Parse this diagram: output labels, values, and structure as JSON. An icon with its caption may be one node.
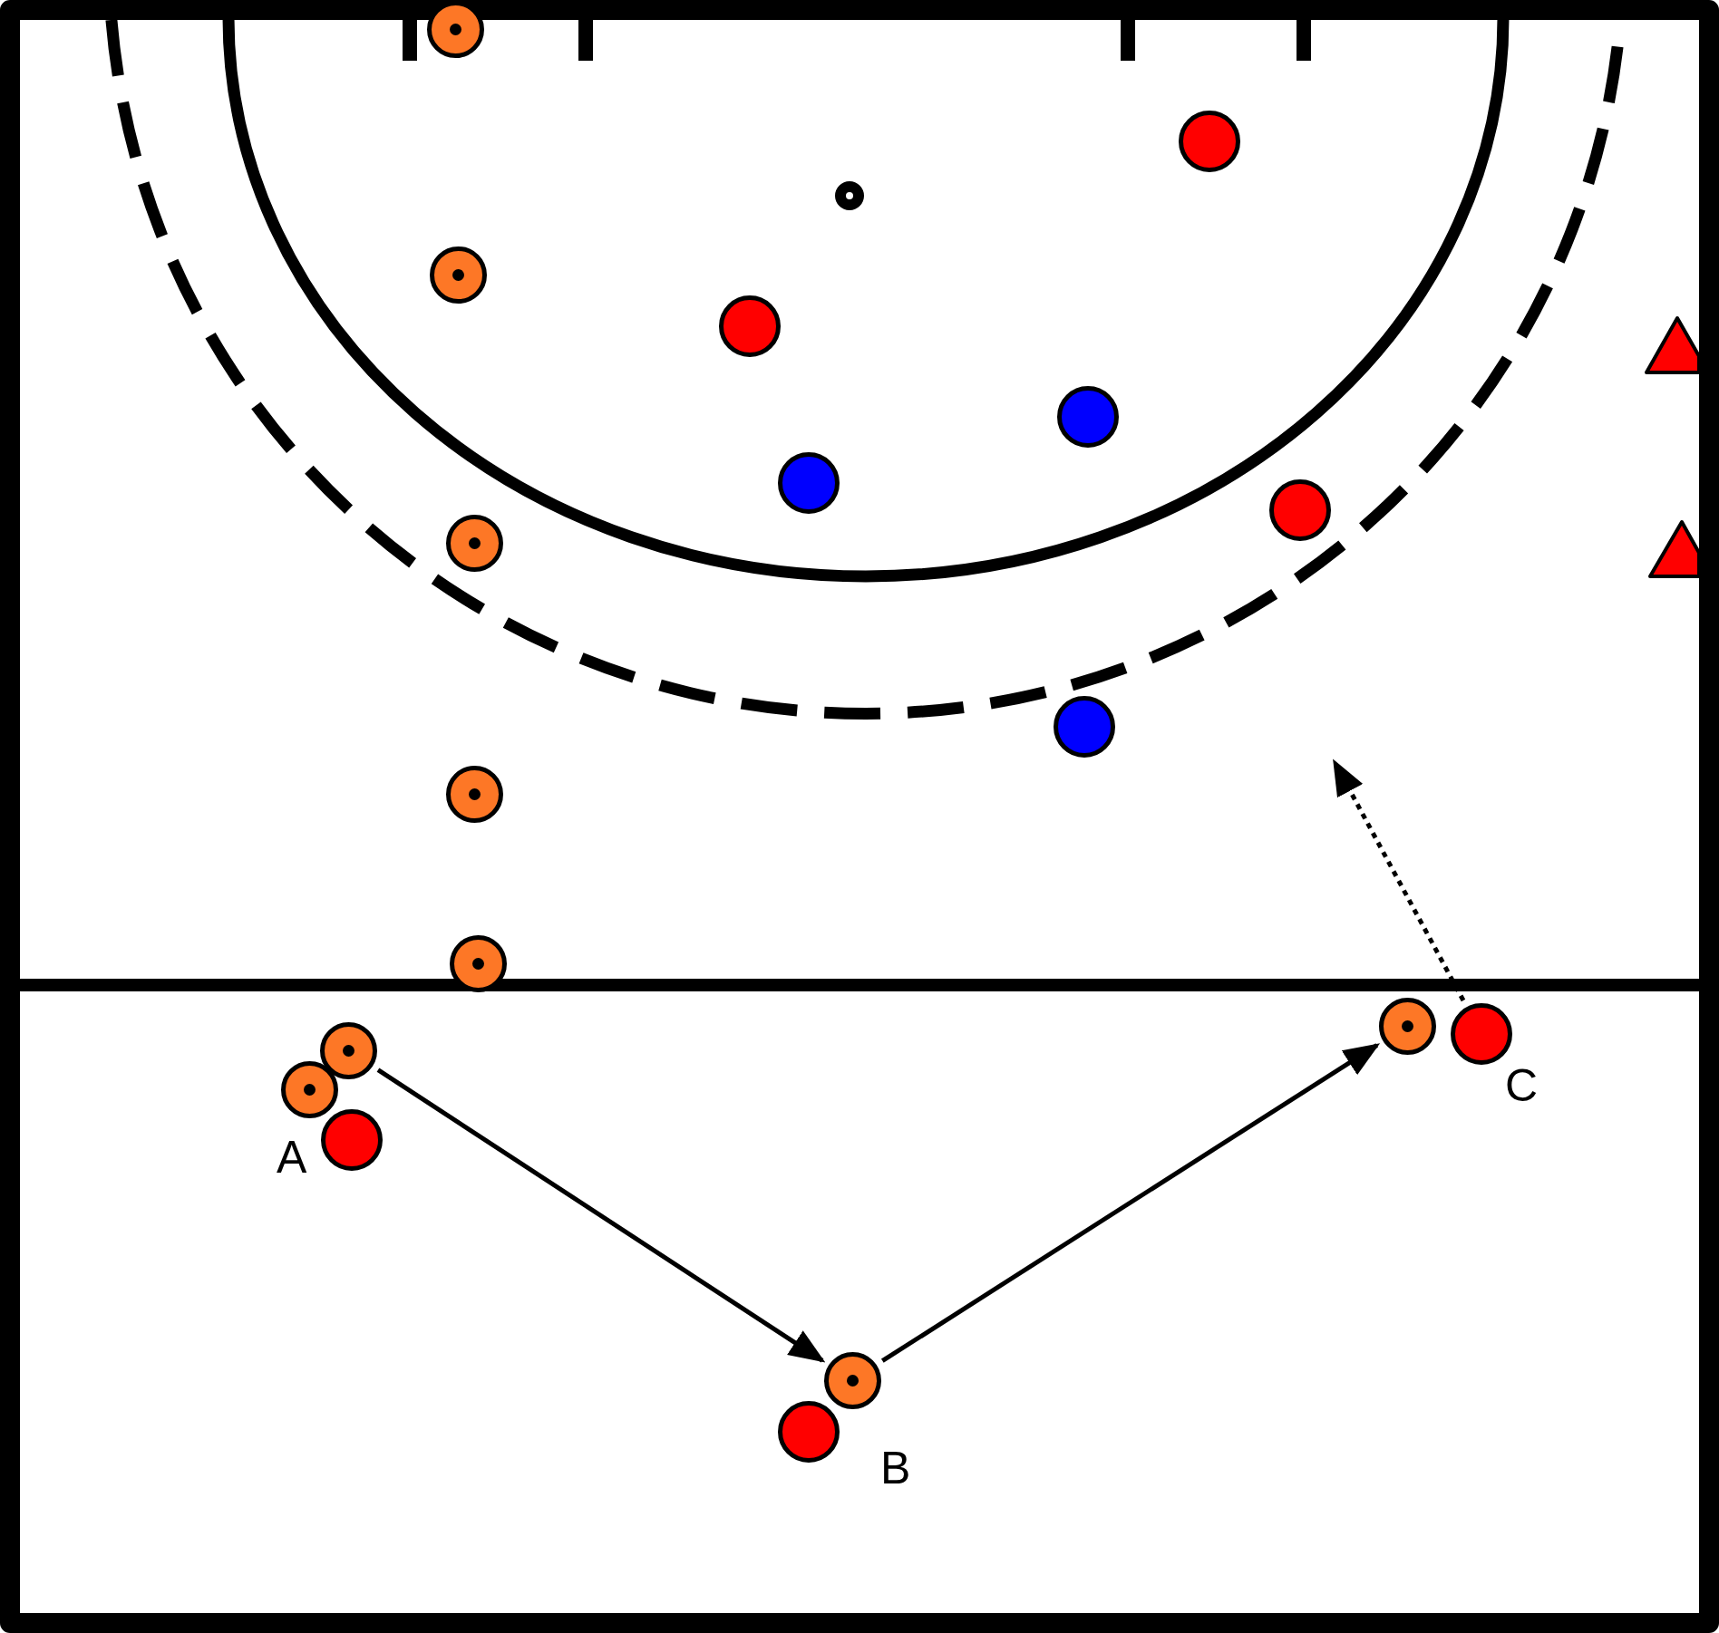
{
  "diagram": {
    "nodes": [
      {
        "text": [],
        "shape": "circle"
      },
      {
        "text": [],
        "shape": "circle"
      },
      {
        "text": [],
        "shape": "circle"
      },
      {
        "text": [],
        "shape": "circle"
      },
      {
        "text": [],
        "shape": "triangle"
      },
      {
        "text": [],
        "shape": "circle"
      },
      {
        "text": [],
        "shape": "circle"
      },
      {
        "text": [],
        "shape": "circle"
      },
      {
        "text": [],
        "shape": "circle"
      },
      {
        "text": [],
        "shape": "triangle"
      },
      {
        "text": [],
        "shape": "circle"
      },
      {
        "text": [],
        "shape": "circle"
      },
      {
        "text": [],
        "shape": "circle"
      },
      {
        "text": [],
        "shape": "circle"
      },
      {
        "text": [],
        "shape": "circle",
        "beside": [
          "C"
        ]
      },
      {
        "text": [],
        "shape": "circle"
      },
      {
        "text": [],
        "shape": "circle"
      },
      {
        "text": [],
        "shape": "circle",
        "beside": [
          "A"
        ]
      },
      {
        "text": [],
        "shape": "circle"
      },
      {
        "text": [],
        "shape": "circle",
        "beside": [
          "B"
        ]
      }
    ],
    "edges": [
      {
        "from": 15,
        "to": 18,
        "arrow": "to"
      },
      {
        "from": 18,
        "to": 13,
        "arrow": "to"
      },
      {
        "from": 14,
        "to": null,
        "arrow": "to",
        "style": "dashed"
      }
    ]
  }
}
